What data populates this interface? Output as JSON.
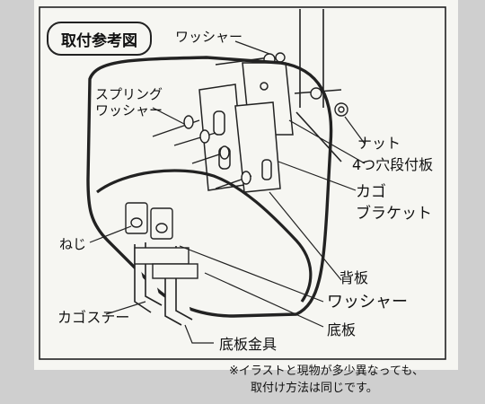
{
  "title": "取付参考図",
  "labels": {
    "washer_top": "ワッシャー",
    "spring_washer_1": "スプリング",
    "spring_washer_2": "ワッシャー",
    "nut": "ナット",
    "four_hole_plate": "4つ穴段付板",
    "basket_bracket_1": "カゴ",
    "basket_bracket_2": "ブラケット",
    "screw": "ねじ",
    "back_plate": "背板",
    "washer_bottom": "ワッシャー",
    "bottom_plate": "底板",
    "basket_stay": "カゴステー",
    "bottom_fitting": "底板金具"
  },
  "note": {
    "line1": "※イラストと現物が多少異なっても、",
    "line2": "取付け方法は同じです。"
  }
}
